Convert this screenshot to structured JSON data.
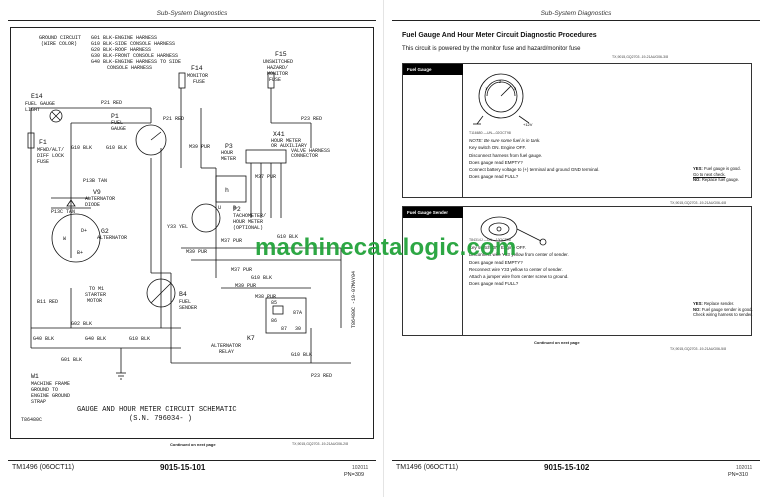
{
  "left_page": {
    "header": "Sub-System Diagnostics",
    "schematic": {
      "legend_heading": [
        "GROUND CIRCUIT",
        "(WIRE COLOR)"
      ],
      "legend_items": [
        "G01 BLK-ENGINE HARNESS",
        "G10 BLK-SIDE CONSOLE HARNESS",
        "G20 BLK-ROOF HARNESS",
        "G30 BLK-FRONT CONSOLE HARNESS",
        "G40 BLK-ENGINE HARNESS TO SIDE",
        "CONSOLE HARNESS"
      ],
      "components": {
        "e14": [
          "E14",
          "FUEL GAUGE",
          "LIGHT"
        ],
        "p1": [
          "P1",
          "FUEL",
          "GAUGE"
        ],
        "f1": [
          "F1",
          "MFWD/ALT/",
          "DIFF LOCK",
          "FUSE"
        ],
        "f14": [
          "F14",
          "MONITOR",
          "FUSE"
        ],
        "f15": [
          "F15",
          "UNSWITCHED",
          "HAZARD/",
          "MONITOR",
          "FUSE"
        ],
        "x41": [
          "X41",
          "HOUR METER",
          "OR AUXILIARY",
          "VALVE HARNESS",
          "CONNECTOR"
        ],
        "p3": [
          "P3",
          "HOUR",
          "METER"
        ],
        "p2": [
          "P2",
          "TACHOMETER/",
          "HOUR METER",
          "(OPTIONAL)"
        ],
        "v9": [
          "V9",
          "ALTERNATOR",
          "DIODE"
        ],
        "g2": [
          "G2",
          "ALTERNATOR"
        ],
        "b4": [
          "B4",
          "FUEL",
          "SENDER"
        ],
        "k7": [
          "K7",
          "ALTERNATOR",
          "RELAY"
        ],
        "w1": [
          "W1",
          "MACHINE FRAME",
          "GROUND TO",
          "ENGINE GROUND",
          "STRAP"
        ],
        "starter": [
          "TO M1",
          "STARTER",
          "MOTOR"
        ]
      },
      "wires": {
        "p21_red": "P21 RED",
        "p21_red_v": "P21 RED",
        "g10_blk": "G10 BLK",
        "m39_pur": "M39 PUR",
        "p23_red": "P23 RED",
        "p23_red_b": "P23 RED",
        "p13b_tan": "P13B TAN",
        "p13c_tan": "P13C TAN",
        "g10_blk_2": "G10 BLK",
        "m39_pur_2": "M39 PUR",
        "m37_pur": "M37 PUR",
        "m37_pur_2": "M37 PUR",
        "g10_blk_3": "G10 BLK",
        "m39_pur_3": "M39 PUR",
        "y33_yel": "Y33 YEL",
        "g02_blk": "G02 BLK",
        "g01_blk": "G01 BLK",
        "g40_blk": "G40 BLK",
        "g10_blk_4": "G10 BLK",
        "m37_pur_v": "M37 PUR",
        "g10_blk_v": "G10 BLK",
        "m38_pur": "M38 PUR",
        "b11_red": "B11 RED",
        "g10_blk_5": "G10 BLK",
        "g40_blk_2": "G40 BLK"
      },
      "relay_terminals": [
        "85",
        "87A",
        "86",
        "87",
        "30"
      ],
      "terminal_letters": [
        "W",
        "D+",
        "B+",
        "h",
        "U",
        "B"
      ],
      "caption": [
        "GAUGE AND HOUR METER CIRCUIT SCHEMATIC",
        "(S.N. 796034-  )"
      ],
      "corner_ref": "T86480C",
      "side_ref": "T86480C -19-07MAY04"
    },
    "continued": "Continued on next page",
    "ref": "TX,9015,GQ2703 -19-21AUG06-2/8",
    "footer_left": "TM1496 (06OCT11)",
    "footer_mid": "9015-15-101",
    "footer_right": "102011",
    "footer_pn": "PN=309"
  },
  "right_page": {
    "header": "Sub-System Diagnostics",
    "section_title": "Fuel Gauge And Hour Meter Circuit Diagnostic Procedures",
    "section_sub": "This circuit is powered by the monitor fuse and hazard/monitor fuse",
    "section_ref": "TX,9015,GQ2703 -19-21AUG06-3/8",
    "fuel_gauge": {
      "label": "Fuel Gauge",
      "gauge_marks": [
        "1",
        "2",
        "3"
      ],
      "gauge_label": "+12V",
      "figure_ref": "T116680 —UN—02OCT98",
      "steps": [
        "NOTE: Be sure some fuel is in tank.",
        "Key switch ON. Engine OFF.",
        "Disconnect harness from fuel gauge.",
        "Does gauge read EMPTY?",
        "Connect battery voltage to (+) terminal and ground GND terminal.",
        "Does gauge read FULL?"
      ],
      "results": [
        {
          "key": "YES:",
          "text": "Fuel gauge is good."
        },
        {
          "key": "",
          "text": "Go to next check."
        },
        {
          "key": "NO:",
          "text": "Replace fuel gauge."
        }
      ],
      "ref": "TX,9015,GQ2703 -19-21AUG06-4/8"
    },
    "fuel_sender": {
      "label": "Fuel Gauge Sender",
      "figure_ref": "T84314J —UN—13OCT98",
      "steps": [
        "Key switch ON. Engine OFF.",
        "Disconnect wire Y33 yellow from center of sender.",
        "Does gauge read EMPTY?",
        "Reconnect wire Y33 yellow to center of sender.",
        "Attach a jumper wire from center screw to ground.",
        "Does gauge read FULL?"
      ],
      "results": [
        {
          "key": "YES:",
          "text": "Replace sender."
        },
        {
          "key": "NO:",
          "text": "Fuel gauge sender is good. Check wiring harness to sender."
        }
      ],
      "ref": "TX,9015,GQ2703 -19-21AUG06-5/8"
    },
    "continued": "Continued on next page",
    "footer_left": "TM1496 (06OCT11)",
    "footer_mid": "9015-15-102",
    "footer_right": "102011",
    "footer_pn": "PN=310"
  },
  "watermark": "machinecatalogic.com"
}
